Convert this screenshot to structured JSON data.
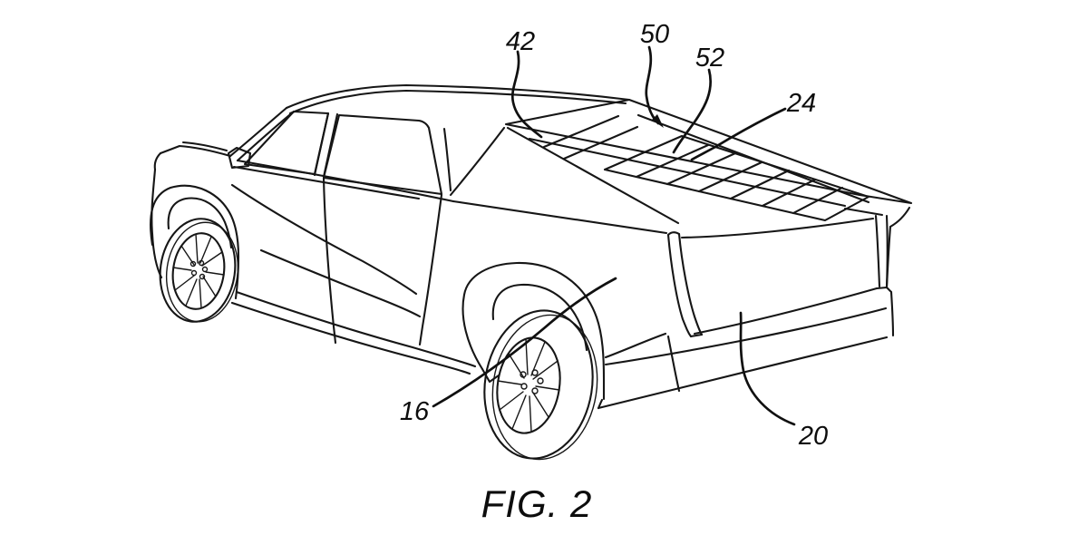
{
  "figure": {
    "caption": "FIG. 2",
    "labels": [
      {
        "id": "42",
        "text": "42"
      },
      {
        "id": "50",
        "text": "50"
      },
      {
        "id": "52",
        "text": "52"
      },
      {
        "id": "24",
        "text": "24"
      },
      {
        "id": "16",
        "text": "16"
      },
      {
        "id": "20",
        "text": "20"
      }
    ]
  },
  "colors": {
    "line": "#161616",
    "background": "#ffffff"
  }
}
